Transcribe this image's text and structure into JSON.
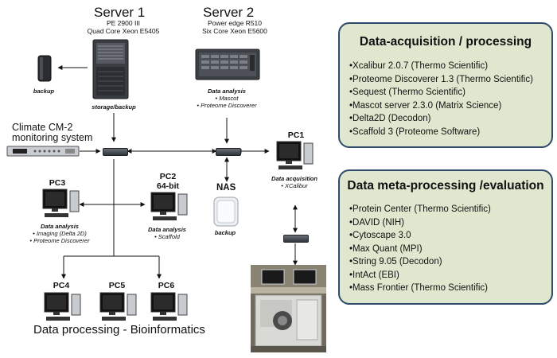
{
  "servers": {
    "server1": {
      "title": "Server  1",
      "model": "PE 2900 III",
      "cpu": "Quad Core Xeon E5405",
      "role": "storage/backup"
    },
    "server2": {
      "title": "Server  2",
      "model": "Power edge R510",
      "cpu": "Six Core Xeon E5600",
      "role_title": "Data analysis",
      "roles": [
        "• Mascot",
        "• Proteome  Discoverer"
      ]
    }
  },
  "backup_label": "backup",
  "climate": {
    "line1": "Climate CM-2",
    "line2": "monitoring system"
  },
  "pc1": {
    "name": "PC1",
    "role_title": "Data acquisition",
    "role_item": "• XCalibur"
  },
  "pc2": {
    "name": "PC2",
    "bits": "64-bit",
    "role_title": "Data analysis",
    "role_item": "• Scaffold"
  },
  "pc3": {
    "name": "PC3",
    "role_title": "Data analysis",
    "roles": [
      "• Imaging (Delta 2D)",
      "• Proteome  Discoverer"
    ]
  },
  "nas": {
    "name": "NAS",
    "caption": "backup"
  },
  "pc4": {
    "name": "PC4"
  },
  "pc5": {
    "name": "PC5"
  },
  "pc6": {
    "name": "PC6"
  },
  "bottom_label": "Data processing - Bioinformatics",
  "panels": {
    "acquisition": {
      "title": "Data-acquisition  / processing",
      "items": [
        "Xcalibur 2.0.7 (Thermo Scientific)",
        "Proteome Discoverer 1.3 (Thermo Scientific)",
        "Sequest (Thermo Scientific)",
        "Mascot server 2.3.0 (Matrix Science)",
        "Delta2D (Decodon)",
        "Scaffold 3 (Proteome Software)"
      ]
    },
    "meta": {
      "title": "Data meta-processing  /evaluation",
      "items": [
        "Protein Center (Thermo Scientific)",
        "DAVID (NIH)",
        "Cytoscape  3.0",
        "Max Quant (MPI)",
        "String 9.05 (Decodon)",
        "IntAct (EBI)",
        "Mass Frontier (Thermo Scientific)"
      ]
    }
  },
  "colors": {
    "panel_fill": "#dfe8cf",
    "panel_border": "#2f4a6a"
  },
  "icons": [
    "server-tower-icon",
    "rack-server-icon",
    "external-drive-icon",
    "network-switch-icon",
    "desktop-pc-icon",
    "nas-icon",
    "mass-spectrometer-photo",
    "monitoring-device-icon"
  ]
}
